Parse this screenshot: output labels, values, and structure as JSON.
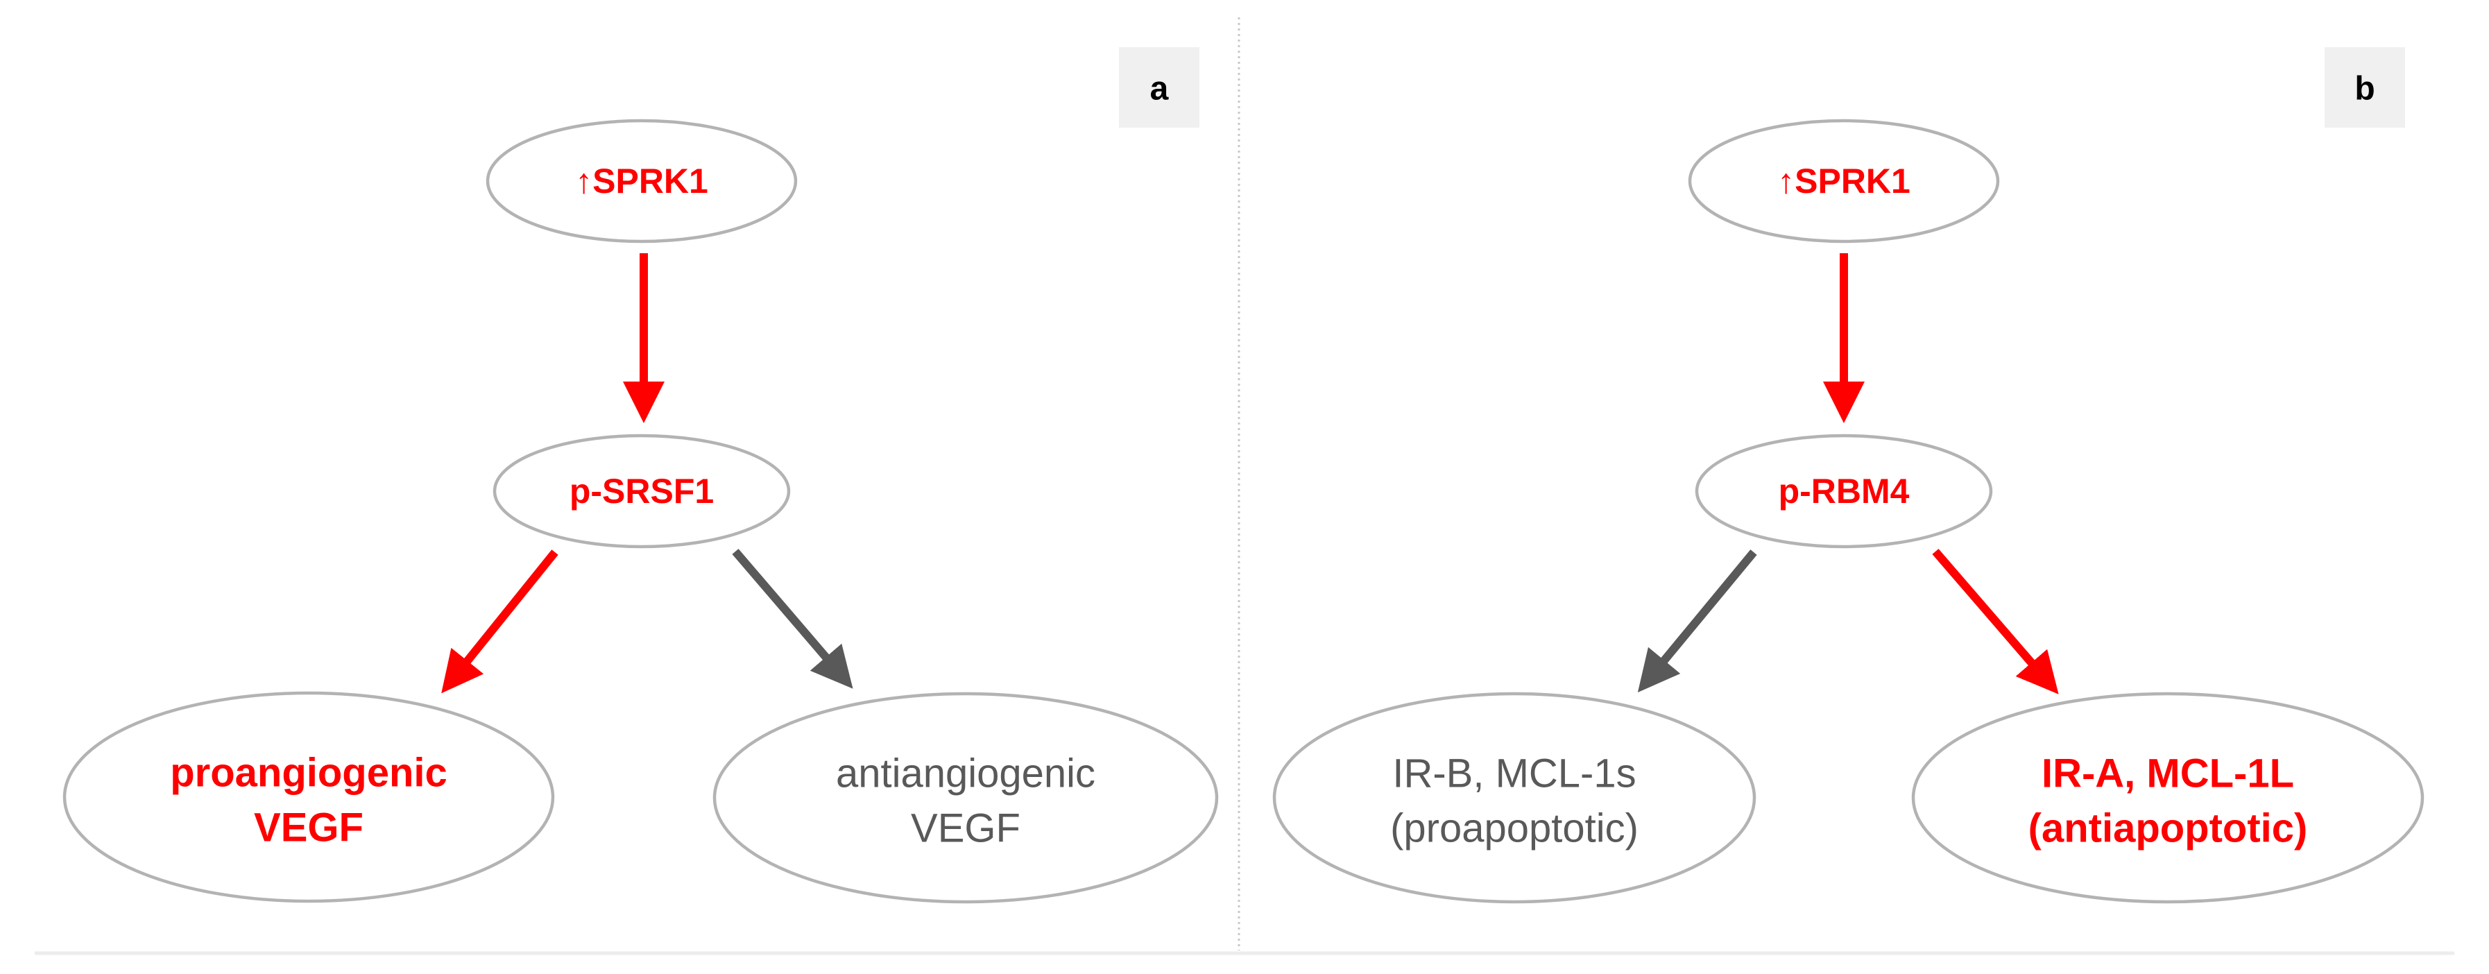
{
  "panels": [
    {
      "label": "a",
      "top": {
        "text": "↑SPRK1",
        "highlight": true
      },
      "middle": {
        "text": "p-SRSF1",
        "highlight": true
      },
      "left": {
        "lines": [
          "proangiogenic",
          "VEGF"
        ],
        "highlight": true
      },
      "right": {
        "lines": [
          "antiangiogenic",
          "VEGF"
        ],
        "highlight": false
      }
    },
    {
      "label": "b",
      "top": {
        "text": "↑SPRK1",
        "highlight": true
      },
      "middle": {
        "text": "p-RBM4",
        "highlight": true
      },
      "left": {
        "lines": [
          "IR-B, MCL-1s",
          "(proapoptotic)"
        ],
        "highlight": false
      },
      "right": {
        "lines": [
          "IR-A, MCL-1L",
          "(antiapoptotic)"
        ],
        "highlight": true
      }
    }
  ],
  "colors": {
    "highlight": "#ff0000",
    "neutral": "#595959",
    "ellipse_stroke": "#b3b3b3"
  }
}
